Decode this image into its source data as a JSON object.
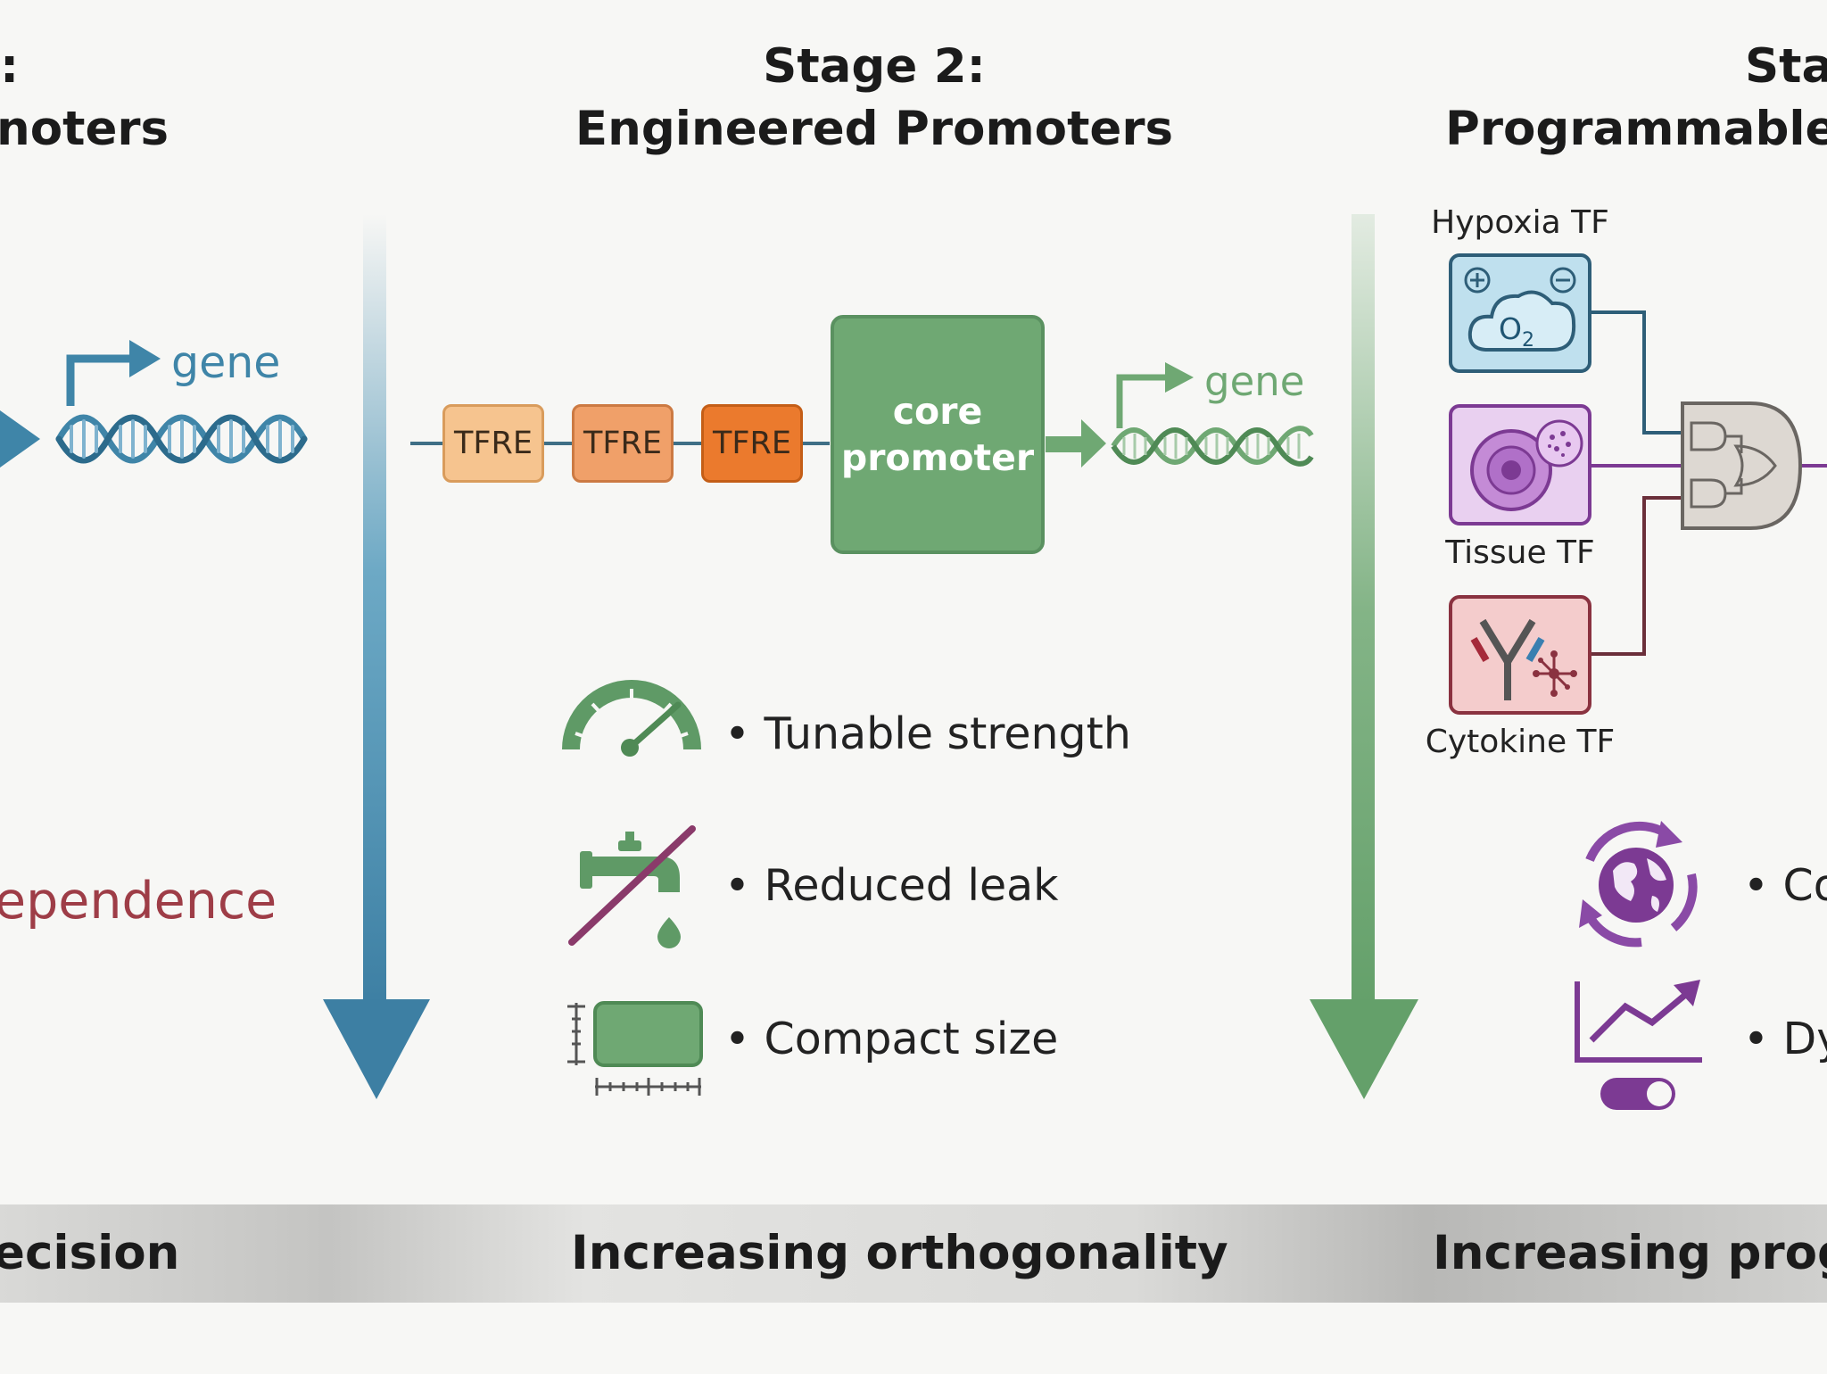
{
  "stages": {
    "stage1": {
      "title_line1": ":",
      "title_line2": "noters"
    },
    "stage2": {
      "title_line1": "Stage 2:",
      "title_line2": "Engineered Promoters"
    },
    "stage3": {
      "title_line1": "Sta",
      "title_line2": "Programmable S"
    }
  },
  "stage1_panel": {
    "gene_label": "gene",
    "dependence_text": "ependence"
  },
  "stage2_panel": {
    "tfre_labels": [
      "TFRE",
      "TFRE",
      "TFRE"
    ],
    "core_line1": "core",
    "core_line2": "promoter",
    "gene_label": "gene",
    "features": [
      "• Tunable strength",
      "• Reduced leak",
      "• Compact size"
    ]
  },
  "stage3_panel": {
    "tf_labels": [
      "Hypoxia TF",
      "Tissue TF",
      "Cytokine TF"
    ],
    "o2_text": "O",
    "o2_sub": "2",
    "features": [
      "• Co",
      "• Dy"
    ]
  },
  "bottom_band": [
    "ecision",
    "Increasing orthogonality",
    "Increasing progr"
  ],
  "colors": {
    "blue": "#3f85a8",
    "green": "#6fa873",
    "tfre_light": "#f6c48f",
    "tfre_mid": "#f0a069",
    "tfre_dark": "#eb7a2d",
    "purple": "#7c3a93",
    "red_text": "#9e3d47"
  },
  "icons": [
    "promoter-arrow-icon",
    "dna-helix-icon",
    "gauge-icon",
    "faucet-no-leak-icon",
    "compact-block-icon",
    "cloud-o2-icon",
    "tissue-cell-icon",
    "antibody-cytokine-icon",
    "logic-gate-icon",
    "cycle-globe-icon",
    "trend-chart-toggle-icon"
  ]
}
